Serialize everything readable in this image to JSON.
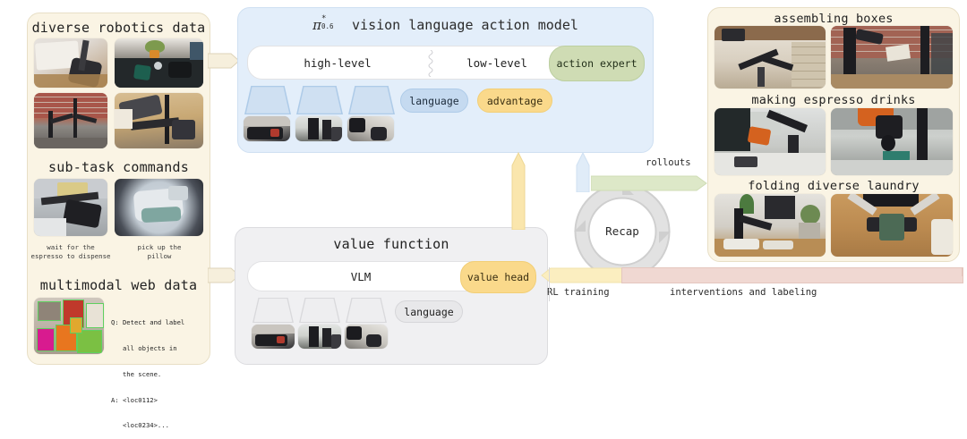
{
  "figure": {
    "type": "system-diagram",
    "title": "Recap / pi*0.6 vision language action model training overview"
  },
  "colors": {
    "cream_panel": "#faf4e4",
    "blue_panel": "#e3eefa",
    "grey_panel": "#f0f0f2",
    "green_accent": "#cfdcb4",
    "blue_accent": "#c5daf0",
    "yellow_accent": "#fad98b",
    "pink_bar": "#f0d8d2",
    "pale_yellow_bar": "#fbeec0",
    "ring_grey": "#cfcfcf"
  },
  "left_panel": {
    "sections": [
      {
        "id": "diverse-robotics-data",
        "title": "diverse robotics data",
        "images": [
          {
            "alt": "mobile robot arm beside a white bed"
          },
          {
            "alt": "two arms clearing a dark dining table"
          },
          {
            "alt": "two arms in front of a red brick wall"
          },
          {
            "alt": "robot arm loading a cardboard box"
          }
        ]
      },
      {
        "id": "sub-task-commands",
        "title": "sub-task commands",
        "items": [
          {
            "caption": "wait for the\nespresso to dispense",
            "alt": "arm at espresso machine"
          },
          {
            "caption": "pick up the\npillow",
            "alt": "fisheye view of bed with pillow"
          }
        ]
      },
      {
        "id": "multimodal-web-data",
        "title": "multimodal web data",
        "image": {
          "alt": "living room scene with colored detection masks"
        },
        "qa": [
          "Q: Detect and label",
          "   all objects in",
          "   the scene.",
          "A: <loc0112>",
          "   <loc0234>..."
        ]
      }
    ]
  },
  "vla_panel": {
    "title_pi": "π",
    "title_sup": "*",
    "title_sub": "0.6",
    "title_rest": "vision language action model",
    "strip": {
      "left_label": "high-level",
      "right_label": "low-level",
      "expert_label": "action expert"
    },
    "tokens": [
      {
        "label": "language",
        "style": "blue"
      },
      {
        "label": "advantage",
        "style": "yellow"
      }
    ],
    "image_tokens": [
      {
        "alt": "wrist camera view of espresso machine"
      },
      {
        "alt": "overhead camera view of arms"
      },
      {
        "alt": "wrist camera view gripping object"
      }
    ]
  },
  "value_panel": {
    "title": "value function",
    "strip": {
      "left_label": "VLM",
      "head_label": "value head"
    },
    "tokens": [
      {
        "label": "language",
        "style": "grey"
      }
    ],
    "image_tokens": [
      {
        "alt": "wrist camera view of espresso machine"
      },
      {
        "alt": "overhead camera view of arms"
      },
      {
        "alt": "wrist camera view gripping object"
      }
    ]
  },
  "recap": {
    "label": "Recap"
  },
  "arrows": {
    "rollouts": "rollouts",
    "rl_training": "RL training",
    "interventions": "interventions and labeling"
  },
  "right_panel": {
    "groups": [
      {
        "title": "assembling boxes",
        "images": [
          {
            "alt": "arm assembling boxes in a workshop"
          },
          {
            "alt": "arm folding cardboard near brick wall"
          }
        ]
      },
      {
        "title": "making espresso drinks",
        "images": [
          {
            "alt": "arm operating espresso machine"
          },
          {
            "alt": "arm pouring milk into green cup"
          }
        ]
      },
      {
        "title": "folding diverse laundry",
        "images": [
          {
            "alt": "arm folding towel in living room"
          },
          {
            "alt": "top-down two arms folding a shirt"
          }
        ]
      }
    ]
  }
}
